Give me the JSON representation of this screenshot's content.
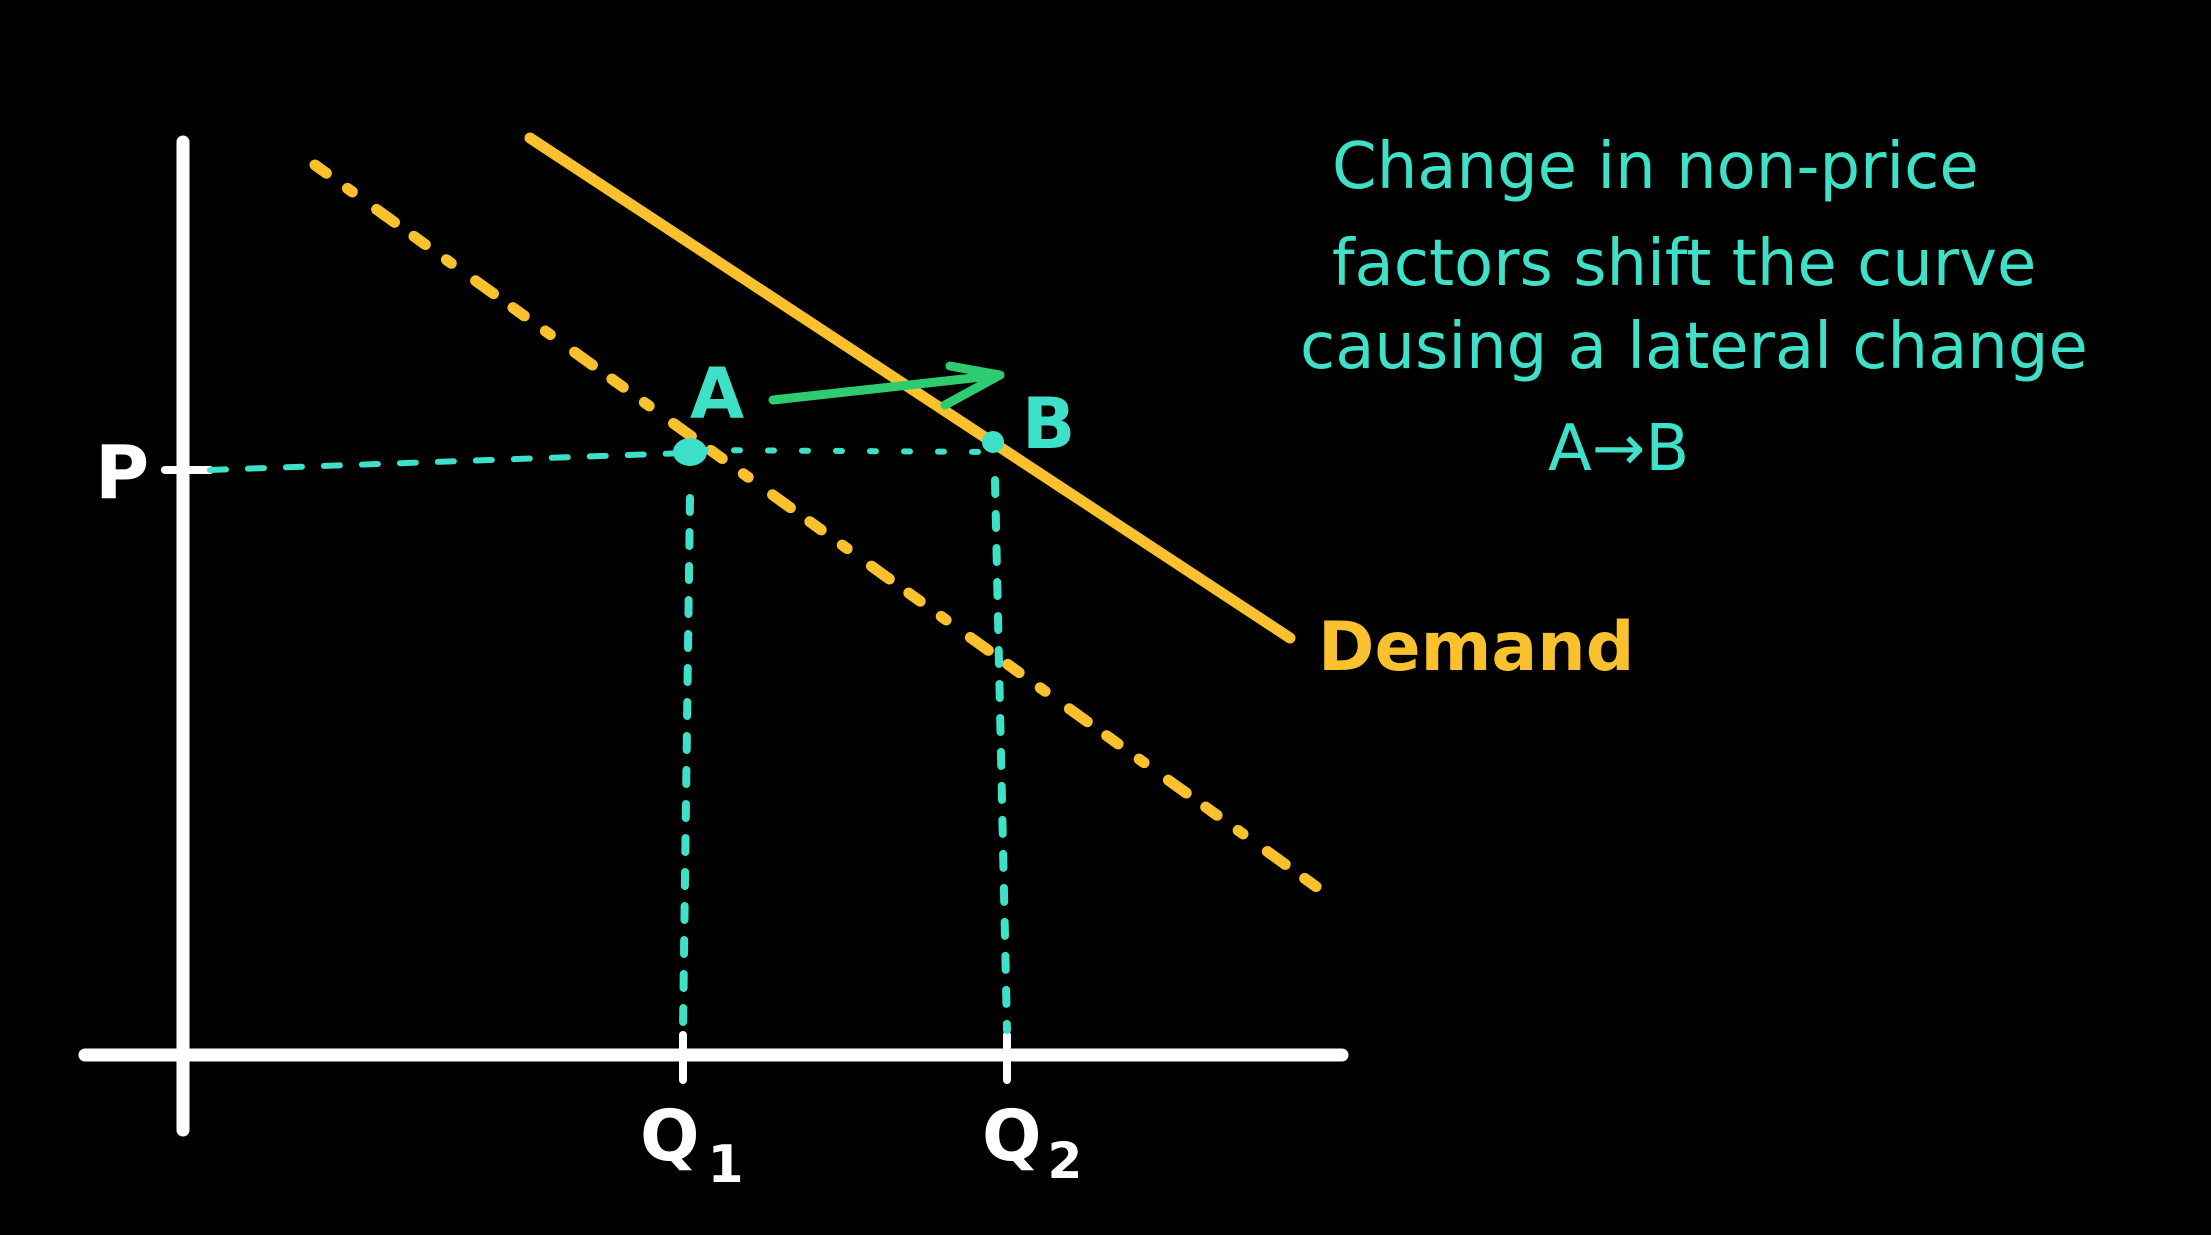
{
  "colors": {
    "background": "#000000",
    "axis": "#ffffff",
    "demand": "#f9c12e",
    "guide": "#3ee0c8",
    "arrow": "#2ecc71",
    "annotation": "#3ee0c8"
  },
  "diagram": {
    "price_label": "P",
    "quantity_labels": {
      "q1": "Q",
      "q1_sub": "1",
      "q2": "Q",
      "q2_sub": "2"
    },
    "points": {
      "a": "A",
      "b": "B"
    },
    "curve_label": "Demand",
    "annotation": {
      "line1": "Change in non-price",
      "line2": "factors shift the curve",
      "line3": "causing a lateral change",
      "line4": "A→B"
    }
  }
}
